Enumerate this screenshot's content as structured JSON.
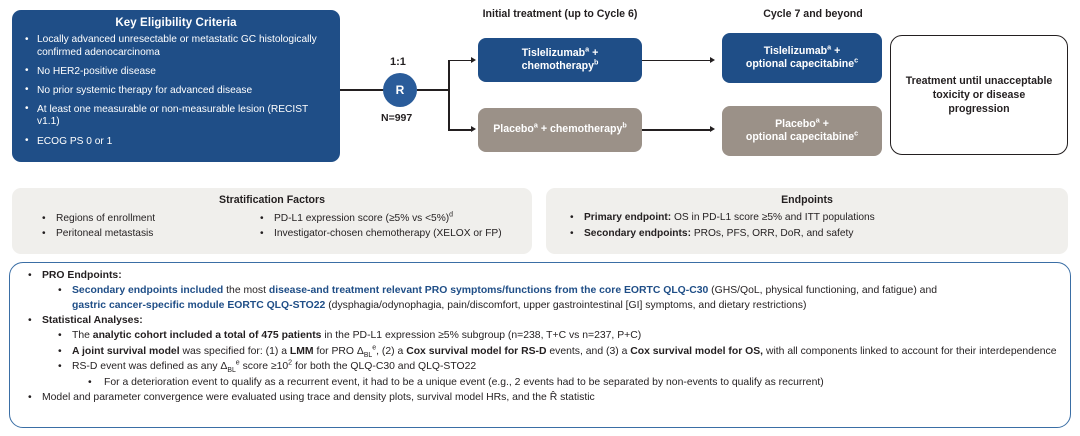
{
  "eligibility": {
    "title": "Key Eligibility Criteria",
    "items": [
      "Locally advanced unresectable or metastatic GC histologically confirmed adenocarcinoma",
      "No HER2-positive disease",
      "No prior systemic therapy for advanced disease",
      "At least one measurable or non-measurable lesion (RECIST v1.1)",
      "ECOG PS 0 or 1"
    ]
  },
  "randomization": {
    "ratio": "1:1",
    "symbol": "R",
    "n_label": "N=997"
  },
  "columns": {
    "initial": "Initial treatment (up to Cycle 6)",
    "cycle7": "Cycle 7 and beyond"
  },
  "arms": {
    "initial_active_line1": "Tislelizumab",
    "initial_active_sup1": "a",
    "initial_active_line1b": " +",
    "initial_active_line2": "chemotherapy",
    "initial_active_sup2": "b",
    "initial_placebo": "Placebo",
    "initial_placebo_sup1": "a",
    "initial_placebo_mid": " + chemotherapy",
    "initial_placebo_sup2": "b",
    "cycle7_active_line1": "Tislelizumab",
    "cycle7_active_sup1": "a",
    "cycle7_active_line2": "optional capecitabine",
    "cycle7_active_sup2": "c",
    "cycle7_placebo_line1": "Placebo",
    "cycle7_placebo_sup1": "a",
    "cycle7_placebo_line2": "optional capecitabine",
    "cycle7_placebo_sup2": "c"
  },
  "outcome_box": {
    "line1": "Treatment until unacceptable",
    "line2": "toxicity or disease progression"
  },
  "stratification": {
    "title": "Stratification Factors",
    "col1": [
      "Regions of enrollment",
      "Peritoneal metastasis"
    ],
    "col2_a": "PD-L1 expression score (≥5% vs <5%)",
    "col2_a_sup": "d",
    "col2_b": "Investigator-chosen chemotherapy (XELOX or FP)"
  },
  "endpoints": {
    "title": "Endpoints",
    "primary_label": "Primary endpoint:",
    "primary_text": " OS in PD-L1 score ≥5% and ITT populations",
    "secondary_label": "Secondary endpoints:",
    "secondary_text": " PROs, PFS, ORR, DoR, and safety"
  },
  "pro": {
    "heading": "PRO Endpoints:",
    "sec_bold1": "Secondary endpoints included",
    "sec_plain1": " the most ",
    "sec_bold2": "disease-and treatment relevant PRO symptoms/functions from the core EORTC QLQ-C30",
    "sec_plain2": " (GHS/QoL, physical functioning, and fatigue) and",
    "sec_bold3": "gastric cancer-specific module EORTC QLQ-STO22",
    "sec_plain3": " (dysphagia/odynophagia, pain/discomfort, upper gastrointestinal [GI] symptoms, and dietary restrictions)",
    "stats_heading": "Statistical Analyses:",
    "stat1_a": "The ",
    "stat1_b": "analytic cohort included a total of 475 patients",
    "stat1_c": " in the PD-L1 expression ≥5% subgroup (n=238, T+C vs n=237, P+C)",
    "stat2_a": "A joint survival model",
    "stat2_b": " was specified for: (1) a ",
    "stat2_c": "LMM",
    "stat2_d": " for PRO Δ",
    "stat2_sub": "BL",
    "stat2_sup": "e",
    "stat2_e": ", (2) a ",
    "stat2_f": "Cox survival model for RS-D",
    "stat2_g": " events, and (3) a ",
    "stat2_h": "Cox survival model for OS,",
    "stat2_i": " with all components linked to account for their interdependence",
    "stat3_a": "RS-D event was defined as any Δ",
    "stat3_sub": "BL",
    "stat3_sup": "e",
    "stat3_b": " score ≥10",
    "stat3_sup2": "2",
    "stat3_c": " for both the QLQ-C30 and QLQ-STO22",
    "stat3_sub_item": "For a deterioration event to qualify as a recurrent event, it had to be a unique event (e.g., 2 events had to be separated by non-events to qualify as recurrent)",
    "stat4": "Model and parameter convergence were evaluated using trace and density plots, survival model HRs, and the R̂ statistic"
  },
  "colors": {
    "brand_blue": "#1f4e87",
    "circle_blue": "#2a5c9a",
    "taupe": "#9b9188",
    "panel_grey": "#f0efec",
    "outline_blue": "#3a6ea5"
  }
}
